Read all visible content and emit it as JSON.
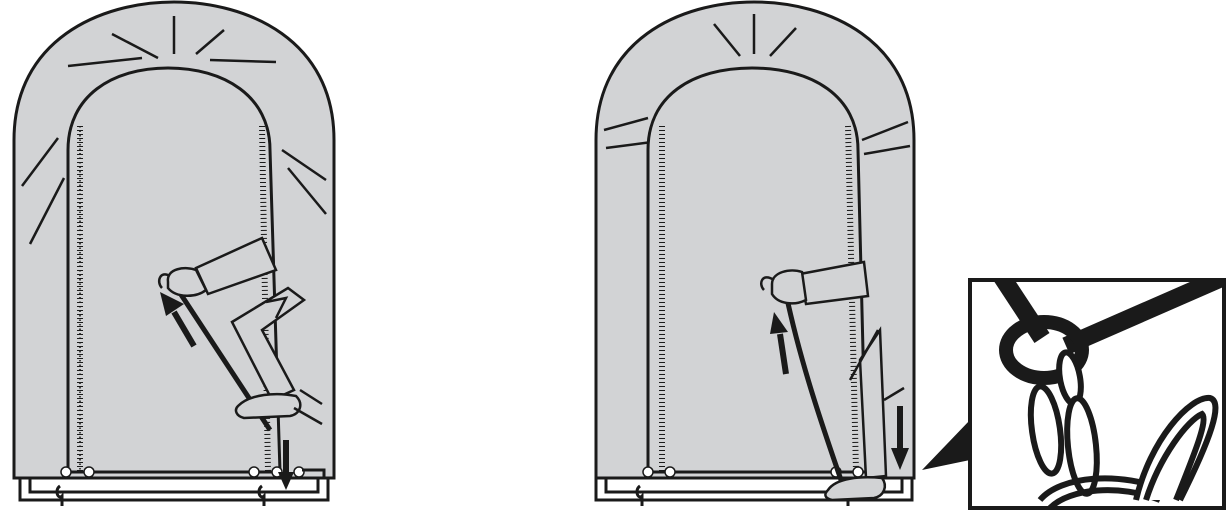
{
  "figure": {
    "panels": [
      {
        "id": "left",
        "arrows": [
          "up",
          "down"
        ]
      },
      {
        "id": "right",
        "arrows": [
          "up",
          "down"
        ]
      },
      {
        "id": "detail-inset"
      }
    ]
  },
  "colors": {
    "cover_fill": "#d2d3d5",
    "line": "#1a1a1a",
    "background": "#ffffff"
  }
}
